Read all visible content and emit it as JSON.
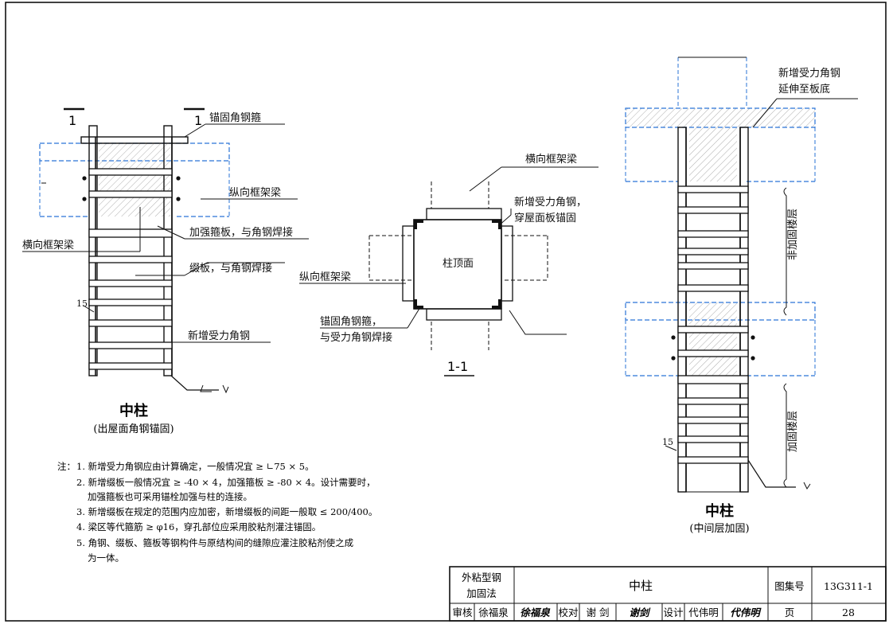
{
  "left_view": {
    "section_marks": [
      "1",
      "1"
    ],
    "labels": {
      "anchor_hoop": "锚固角钢箍",
      "long_beam": "纵向框架梁",
      "trans_beam": "横向框架梁",
      "strong_hoop_plate": "加强箍板，与角钢焊接",
      "batten_plate": "缀板，与角钢焊接",
      "new_angle": "新增受力角钢",
      "dim_15": "15"
    },
    "title": "中柱",
    "subtitle": "(出屋面角钢锚固)"
  },
  "section_view": {
    "labels": {
      "trans_beam": "横向框架梁",
      "new_angle": "新增受力角钢，",
      "new_angle_2": "穿屋面板锚固",
      "col_top": "柱顶面",
      "long_beam": "纵向框架梁",
      "anchor_hoop": "锚固角钢箍，",
      "anchor_hoop_2": "与受力角钢焊接"
    },
    "title": "1-1"
  },
  "right_view": {
    "labels": {
      "new_angle": "新增受力角钢",
      "new_angle_2": "延伸至板底",
      "non_reinforced": "非加固楼层",
      "reinforced": "加固楼层",
      "dim_15": "15"
    },
    "title": "中柱",
    "subtitle": "(中间层加固)"
  },
  "notes": {
    "prefix": "注：",
    "items": [
      "1. 新增受力角钢应由计算确定，一般情况宜 ≥ ∟75 × 5。",
      "2. 新增缀板一般情况宜 ≥ -40 × 4，加强箍板 ≥ -80 × 4。设计需要时，",
      "加强箍板也可采用锚栓加强与柱的连接。",
      "3. 新增缀板在规定的范围内应加密，新增缀板的间距一般取 ≤ 200/400。",
      "4. 梁区等代箍筋 ≥ φ16，穿孔部位应采用胶粘剂灌注锚固。",
      "5. 角钢、缀板、箍板等钢构件与原结构间的缝隙应灌注胶粘剂使之成",
      "为一体。"
    ]
  },
  "title_block": {
    "category_1": "外粘型钢",
    "category_2": "加固法",
    "drawing_title": "中柱",
    "atlas_label": "图集号",
    "atlas_no": "13G311-1",
    "review_label": "审核",
    "reviewer": "徐福泉",
    "reviewer_sig": "徐福泉",
    "check_label": "校对",
    "checker": "谢 剑",
    "checker_sig": "谢剑",
    "design_label": "设计",
    "designer": "代伟明",
    "designer_sig": "代伟明",
    "page_label": "页",
    "page_no": "28"
  }
}
